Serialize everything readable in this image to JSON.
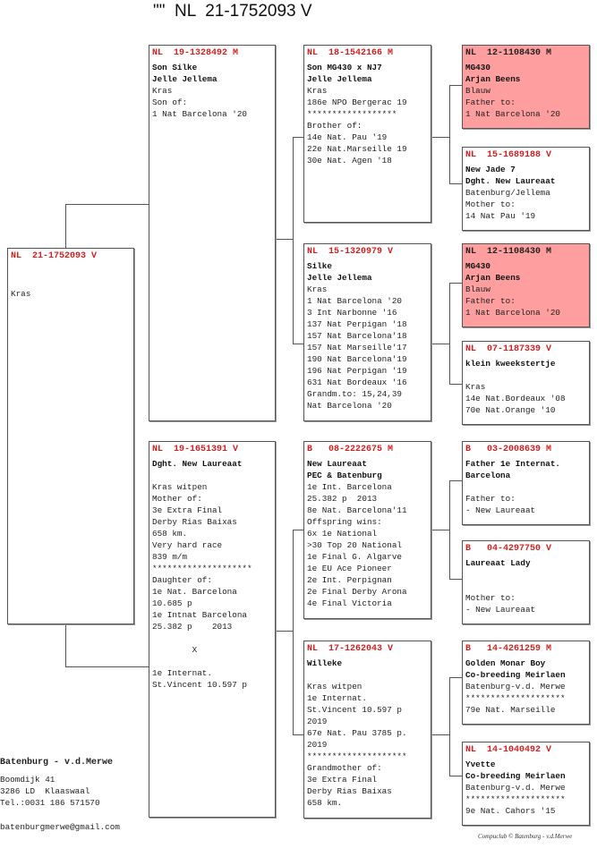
{
  "title": "\"\"  NL  21-1752093 V",
  "pigeons": {
    "subject": {
      "ring": "NL  21-1752093 V",
      "lines": [
        {
          "t": "",
          "b": false
        },
        {
          "t": "",
          "b": false
        },
        {
          "t": "Kras",
          "b": false
        }
      ],
      "highlight": false
    },
    "father": {
      "ring": "NL  19-1328492 M",
      "lines": [
        {
          "t": "Son Silke",
          "b": true
        },
        {
          "t": "Jelle Jellema",
          "b": true
        },
        {
          "t": "Kras",
          "b": false
        },
        {
          "t": "Son of:",
          "b": false
        },
        {
          "t": "1 Nat Barcelona '20",
          "b": false
        }
      ],
      "highlight": false
    },
    "mother": {
      "ring": "NL  19-1651391 V",
      "lines": [
        {
          "t": "Dght. New Laureaat",
          "b": true
        },
        {
          "t": "",
          "b": false
        },
        {
          "t": "Kras witpen",
          "b": false
        },
        {
          "t": "Mother of:",
          "b": false
        },
        {
          "t": "3e Extra Final",
          "b": false
        },
        {
          "t": "Derby Rias Baixas",
          "b": false
        },
        {
          "t": "658 km.",
          "b": false
        },
        {
          "t": "Very hard race",
          "b": false
        },
        {
          "t": "839 m/m",
          "b": false
        },
        {
          "t": "********************",
          "b": false
        },
        {
          "t": "Daughter of:",
          "b": false
        },
        {
          "t": "1e Nat. Barcelona",
          "b": false
        },
        {
          "t": "10.685 p",
          "b": false
        },
        {
          "t": "1e Intnat Barcelona",
          "b": false
        },
        {
          "t": "25.382 p    2013",
          "b": false
        },
        {
          "t": "",
          "b": false
        },
        {
          "t": "        X",
          "b": false
        },
        {
          "t": "",
          "b": false
        },
        {
          "t": "1e Internat.",
          "b": false
        },
        {
          "t": "St.Vincent 10.597 p",
          "b": false
        }
      ],
      "highlight": false
    },
    "ff": {
      "ring": "NL  18-1542166 M",
      "lines": [
        {
          "t": "Son MG430 x NJ7",
          "b": true
        },
        {
          "t": "Jelle Jellema",
          "b": true
        },
        {
          "t": "Kras",
          "b": false
        },
        {
          "t": "186e NPO Bergerac 19",
          "b": false
        },
        {
          "t": "******************",
          "b": false
        },
        {
          "t": "Brother of:",
          "b": false
        },
        {
          "t": "14e Nat. Pau '19",
          "b": false
        },
        {
          "t": "22e Nat.Marseille 19",
          "b": false
        },
        {
          "t": "30e Nat. Agen '18",
          "b": false
        }
      ],
      "highlight": false
    },
    "fm": {
      "ring": "NL  15-1320979 V",
      "lines": [
        {
          "t": "Silke",
          "b": true
        },
        {
          "t": "Jelle Jellema",
          "b": true
        },
        {
          "t": "Kras",
          "b": false
        },
        {
          "t": "1 Nat Barcelona '20",
          "b": false
        },
        {
          "t": "3 Int Narbonne '16",
          "b": false
        },
        {
          "t": "137 Nat Perpigan '18",
          "b": false
        },
        {
          "t": "157 Nat Barcelona'18",
          "b": false
        },
        {
          "t": "157 Nat Marseille'17",
          "b": false
        },
        {
          "t": "190 Nat Barcelona'19",
          "b": false
        },
        {
          "t": "196 Nat Perpigan '19",
          "b": false
        },
        {
          "t": "631 Nat Bordeaux '16",
          "b": false
        },
        {
          "t": "Grandm.to: 15,24,39",
          "b": false
        },
        {
          "t": "Nat Barcelona '20",
          "b": false
        }
      ],
      "highlight": false
    },
    "mf": {
      "ring": "B   08-2222675 M",
      "lines": [
        {
          "t": "New Laureaat",
          "b": true
        },
        {
          "t": "PEC & Batenburg",
          "b": true
        },
        {
          "t": "1e Int. Barcelona",
          "b": false
        },
        {
          "t": "25.382 p  2013",
          "b": false
        },
        {
          "t": "8e Nat. Barcelona'11",
          "b": false
        },
        {
          "t": "Offspring wins:",
          "b": false
        },
        {
          "t": "6x 1e National",
          "b": false
        },
        {
          "t": ">30 Top 20 National",
          "b": false
        },
        {
          "t": "1e Final G. Algarve",
          "b": false
        },
        {
          "t": "1e EU Ace Pioneer",
          "b": false
        },
        {
          "t": "2e Int. Perpignan",
          "b": false
        },
        {
          "t": "2e Final Derby Arona",
          "b": false
        },
        {
          "t": "4e Final Victoria",
          "b": false
        }
      ],
      "highlight": false
    },
    "mm": {
      "ring": "NL  17-1262043 V",
      "lines": [
        {
          "t": "Willeke",
          "b": true
        },
        {
          "t": "",
          "b": false
        },
        {
          "t": "Kras witpen",
          "b": false
        },
        {
          "t": "1e Internat.",
          "b": false
        },
        {
          "t": "St.Vincent 10.597 p",
          "b": false
        },
        {
          "t": "2019",
          "b": false
        },
        {
          "t": "67e Nat. Pau 3785 p.",
          "b": false
        },
        {
          "t": "2019",
          "b": false
        },
        {
          "t": "********************",
          "b": false
        },
        {
          "t": "Grandmother of:",
          "b": false
        },
        {
          "t": "3e Extra Final",
          "b": false
        },
        {
          "t": "Derby Rias Baixas",
          "b": false
        },
        {
          "t": "658 km.",
          "b": false
        }
      ],
      "highlight": false
    },
    "fff": {
      "ring": "NL  12-1108430 M",
      "lines": [
        {
          "t": "MG430",
          "b": true
        },
        {
          "t": "Arjan Beens",
          "b": true
        },
        {
          "t": "Blauw",
          "b": false
        },
        {
          "t": "Father to:",
          "b": false
        },
        {
          "t": "1 Nat Barcelona '20",
          "b": false
        }
      ],
      "highlight": true
    },
    "ffm": {
      "ring": "NL  15-1689188 V",
      "lines": [
        {
          "t": "New Jade 7",
          "b": true
        },
        {
          "t": "Dght. New Laureaat",
          "b": true
        },
        {
          "t": "Batenburg/Jellema",
          "b": false
        },
        {
          "t": "Mother to:",
          "b": false
        },
        {
          "t": "14 Nat Pau '19",
          "b": false
        }
      ],
      "highlight": false
    },
    "fmf": {
      "ring": "NL  12-1108430 M",
      "lines": [
        {
          "t": "MG430",
          "b": true
        },
        {
          "t": "Arjan Beens",
          "b": true
        },
        {
          "t": "Blauw",
          "b": false
        },
        {
          "t": "Father to:",
          "b": false
        },
        {
          "t": "1 Nat Barcelona '20",
          "b": false
        }
      ],
      "highlight": true
    },
    "fmm": {
      "ring": "NL  07-1187339 V",
      "lines": [
        {
          "t": "klein kweekstertje",
          "b": true
        },
        {
          "t": "",
          "b": false
        },
        {
          "t": "Kras",
          "b": false
        },
        {
          "t": "14e Nat.Bordeaux '08",
          "b": false
        },
        {
          "t": "70e Nat.Orange '10",
          "b": false
        }
      ],
      "highlight": false
    },
    "mff": {
      "ring": "B   03-2008639 M",
      "lines": [
        {
          "t": "Father 1e Internat.",
          "b": true
        },
        {
          "t": "Barcelona",
          "b": true
        },
        {
          "t": "",
          "b": false
        },
        {
          "t": "Father to:",
          "b": false
        },
        {
          "t": "- New Laureaat",
          "b": false
        }
      ],
      "highlight": false
    },
    "mfm": {
      "ring": "B   04-4297750 V",
      "lines": [
        {
          "t": "Laureaat Lady",
          "b": true
        },
        {
          "t": "",
          "b": false
        },
        {
          "t": "",
          "b": false
        },
        {
          "t": "Mother to:",
          "b": false
        },
        {
          "t": "- New Laureaat",
          "b": false
        }
      ],
      "highlight": false
    },
    "mmf": {
      "ring": "B   14-4261259 M",
      "lines": [
        {
          "t": "Golden Monar Boy",
          "b": true
        },
        {
          "t": "Co-breeding Meirlaen",
          "b": true
        },
        {
          "t": "Batenburg-v.d. Merwe",
          "b": false
        },
        {
          "t": "********************",
          "b": false
        },
        {
          "t": "79e Nat. Marseille",
          "b": false
        }
      ],
      "highlight": false
    },
    "mmm": {
      "ring": "NL  14-1040492 V",
      "lines": [
        {
          "t": "Yvette",
          "b": true
        },
        {
          "t": "Co-breeding Meirlaen",
          "b": true
        },
        {
          "t": "Batenburg-v.d. Merwe",
          "b": false
        },
        {
          "t": "********************",
          "b": false
        },
        {
          "t": "9e Nat. Cahors '15",
          "b": false
        }
      ],
      "highlight": false
    }
  },
  "footer": {
    "name": "Batenburg - v.d.Merwe",
    "address1": "Boomdijk 41",
    "address2": "3286 LD  Klaaswaal",
    "phone": "Tel.:0031 186 571570",
    "email": "batenburgmerwe@gmail.com"
  },
  "credit": "Compuclub © Batenburg - v.d.Merwe"
}
